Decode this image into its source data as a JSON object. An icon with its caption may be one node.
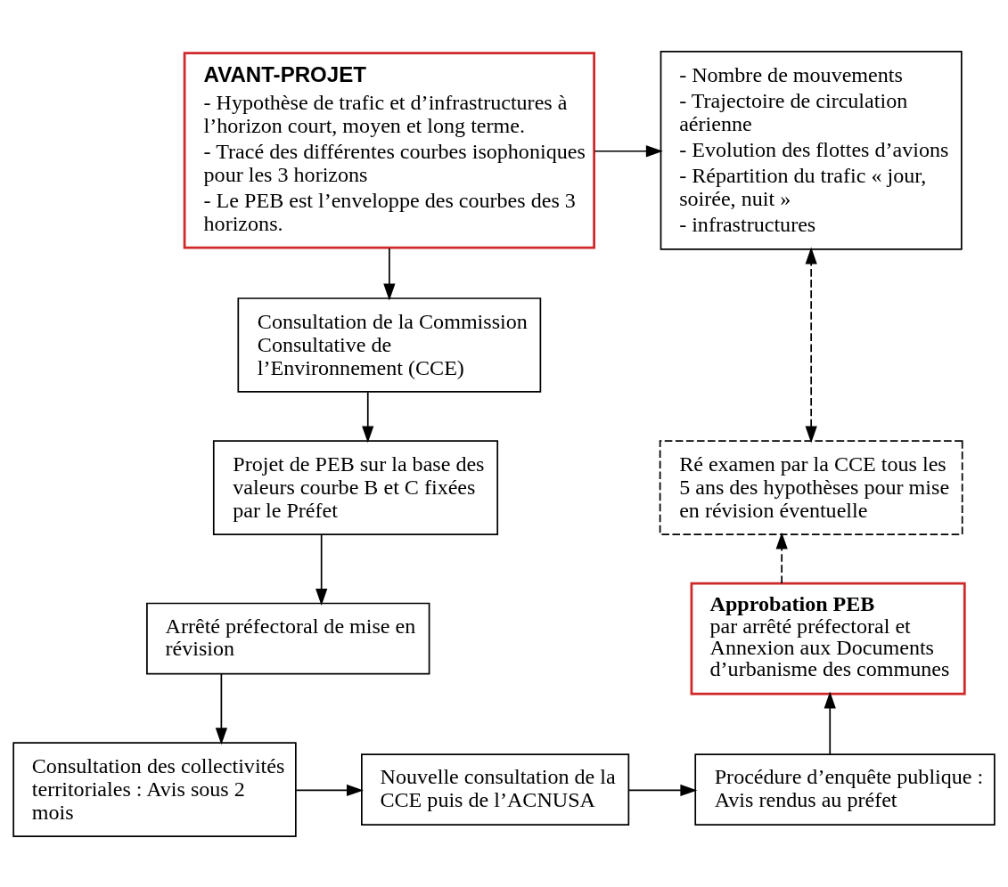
{
  "diagram": {
    "nodes": [
      {
        "text": [
          "AVANT-PROJET",
          "- Hypothèse de trafic et d’infrastructures à l’horizon court, moyen et long terme.",
          "- Tracé des différentes courbes isophoniques pour les 3 horizons",
          "- Le PEB est l’enveloppe des courbes des 3 horizons."
        ]
      },
      {
        "text": [
          "- Nombre de mouvements",
          "- Trajectoire de circulation aérienne",
          "- Evolution des flottes d’avions",
          "- Répartition du trafic « jour, soirée, nuit »",
          "- infrastructures"
        ]
      },
      {
        "text": [
          "Consultation de la Commission Consultative de l’Environnement (CCE)"
        ]
      },
      {
        "text": [
          "Projet de PEB sur la base des valeurs courbe B et C fixées par le Préfet"
        ]
      },
      {
        "text": [
          "Arrêté préfectoral de mise en révision"
        ]
      },
      {
        "text": [
          "Consultation des collectivités territoriales : Avis sous 2 mois"
        ]
      },
      {
        "text": [
          "Nouvelle consultation de la CCE puis de l’ACNUSA"
        ]
      },
      {
        "text": [
          "Procédure d’enquête publique : Avis rendus au préfet"
        ]
      },
      {
        "text": [
          "**Approbation PEB** par arrêté préfectoral et Annexion aux Documents d’urbanisme des communes"
        ]
      },
      {
        "text": [
          "Ré examen par la CCE tous les 5 ans des hypothèses pour mise en révision éventuelle"
        ]
      }
    ],
    "edges": [
      {
        "from": 0,
        "to": 1,
        "arrow": "to"
      },
      {
        "from": 0,
        "to": 2,
        "arrow": "to"
      },
      {
        "from": 2,
        "to": 3,
        "arrow": "to"
      },
      {
        "from": 3,
        "to": 4,
        "arrow": "to"
      },
      {
        "from": 4,
        "to": 5,
        "arrow": "to"
      },
      {
        "from": 5,
        "to": 6,
        "arrow": "to"
      },
      {
        "from": 6,
        "to": 7,
        "arrow": "to"
      },
      {
        "from": 7,
        "to": 8,
        "arrow": "to"
      },
      {
        "from": 8,
        "to": 9,
        "arrow": "to",
        "style": "dashed"
      },
      {
        "from": 9,
        "to": 1,
        "arrow": "both",
        "style": "dashed"
      }
    ]
  }
}
